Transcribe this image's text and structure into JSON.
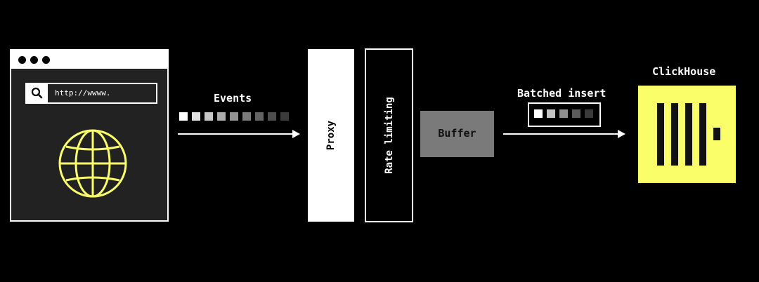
{
  "browser": {
    "url": "http://wwww."
  },
  "labels": {
    "events": "Events",
    "proxy": "Proxy",
    "rate_limiting": "Rate limiting",
    "buffer": "Buffer",
    "batched_insert": "Batched insert",
    "clickhouse": "ClickHouse"
  },
  "event_squares": [
    "#ffffff",
    "#e2e2e2",
    "#c7c7c7",
    "#acacac",
    "#939393",
    "#7a7a7a",
    "#636363",
    "#4e4e4e",
    "#3b3b3b"
  ],
  "batch_squares": [
    "#ffffff",
    "#c4c4c4",
    "#8e8e8e",
    "#5c5c5c",
    "#3a3a3a"
  ],
  "colors": {
    "globe": "#faff69",
    "clickhouse": "#faff69",
    "buffer": "#7a7a7a"
  }
}
